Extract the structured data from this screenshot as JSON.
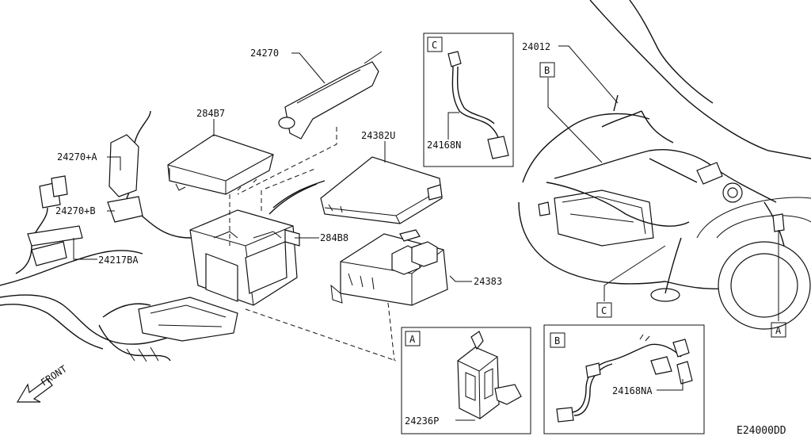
{
  "parts": {
    "p24270": "24270",
    "p284B7": "284B7",
    "p24382U": "24382U",
    "p24270A": "24270+A",
    "p24270B": "24270+B",
    "p24217BA": "24217BA",
    "p284B8": "284B8",
    "p24383": "24383",
    "p24168N": "24168N",
    "p24012": "24012",
    "p24236P": "24236P",
    "p24168NA": "24168NA"
  },
  "callouts": {
    "A": "A",
    "B": "B",
    "C": "C"
  },
  "front_label": "FRONT",
  "diagram_code": "E24000DD"
}
